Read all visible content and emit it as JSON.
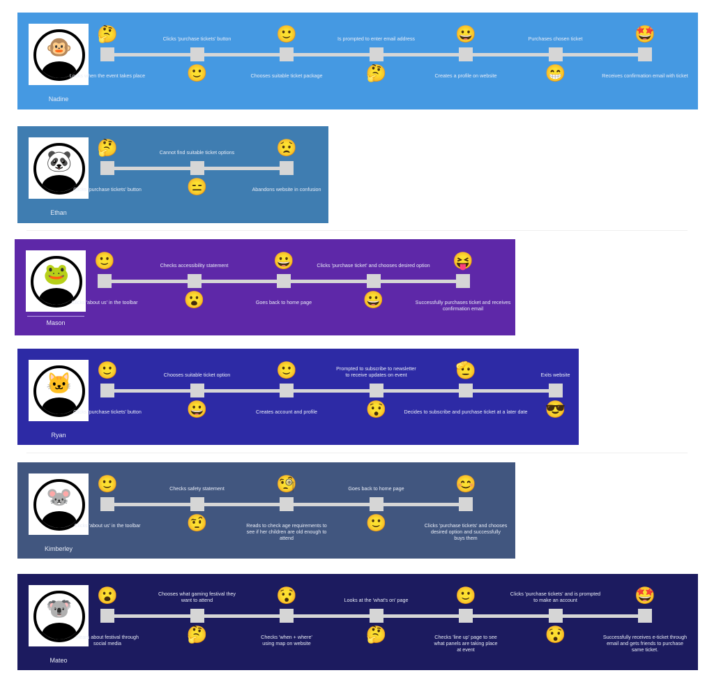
{
  "journeys": [
    {
      "persona": "Nadine",
      "avatar_icon": "monkey-with-bow-icon",
      "avatar_glyph": "🐵",
      "color": "#4599e2",
      "steps": [
        {
          "label": "Looks when the event takes place",
          "emotion": "thinking-face",
          "emoji": "🤔",
          "label_pos": "below",
          "emoji_pos": "above"
        },
        {
          "label": "Clicks 'purchase tickets' button",
          "emotion": "slightly-smiling-face",
          "emoji": "🙂",
          "label_pos": "above",
          "emoji_pos": "below"
        },
        {
          "label": "Chooses suitable ticket package",
          "emotion": "slightly-smiling-face",
          "emoji": "🙂",
          "label_pos": "below",
          "emoji_pos": "above"
        },
        {
          "label": "Is prompted to enter email address",
          "emotion": "thinking-face",
          "emoji": "🤔",
          "label_pos": "above",
          "emoji_pos": "below"
        },
        {
          "label": "Creates a profile on website",
          "emotion": "grinning-face",
          "emoji": "😀",
          "label_pos": "below",
          "emoji_pos": "above"
        },
        {
          "label": "Purchases chosen ticket",
          "emotion": "beaming-face",
          "emoji": "😁",
          "label_pos": "above",
          "emoji_pos": "below"
        },
        {
          "label": "Receives confirmation email with ticket",
          "emotion": "star-struck",
          "emoji": "🤩",
          "label_pos": "below",
          "emoji_pos": "above"
        }
      ]
    },
    {
      "persona": "Ethan",
      "avatar_icon": "panda-with-glasses-icon",
      "avatar_glyph": "🐼",
      "color": "#3f7db1",
      "steps": [
        {
          "label": "Clicks 'purchase tickets' button",
          "emotion": "thinking-face",
          "emoji": "🤔",
          "label_pos": "below",
          "emoji_pos": "above"
        },
        {
          "label": "Cannot find suitable ticket options",
          "emotion": "expressionless-face",
          "emoji": "😑",
          "label_pos": "above",
          "emoji_pos": "below"
        },
        {
          "label": "Abandons website in confusion",
          "emotion": "worried-face",
          "emoji": "😟",
          "label_pos": "below",
          "emoji_pos": "above"
        }
      ]
    },
    {
      "persona": "Mason",
      "avatar_icon": "frog-with-crown-icon",
      "avatar_glyph": "🐸",
      "color": "#5e28a8",
      "steps": [
        {
          "label": "Clicks 'about us' in the toolbar",
          "emotion": "slightly-smiling-face",
          "emoji": "🙂",
          "label_pos": "below",
          "emoji_pos": "above"
        },
        {
          "label": "Checks accessibility statement",
          "emotion": "face-with-open-mouth",
          "emoji": "😮",
          "label_pos": "above",
          "emoji_pos": "below"
        },
        {
          "label": "Goes back to home page",
          "emotion": "grinning-face",
          "emoji": "😀",
          "label_pos": "below",
          "emoji_pos": "above"
        },
        {
          "label": "Clicks 'purchase ticket' and chooses desired option",
          "emotion": "grinning-face",
          "emoji": "😀",
          "label_pos": "above",
          "emoji_pos": "below"
        },
        {
          "label": "Successfully purchases ticket and receives\nconfirmation email",
          "emotion": "squinting-face-with-tongue",
          "emoji": "😝",
          "label_pos": "below",
          "emoji_pos": "above"
        }
      ]
    },
    {
      "persona": "Ryan",
      "avatar_icon": "cat-with-cap-icon",
      "avatar_glyph": "🐱",
      "color": "#2d2aa5",
      "steps": [
        {
          "label": "Clicks 'purchase tickets' button",
          "emotion": "slightly-smiling-face",
          "emoji": "🙂",
          "label_pos": "below",
          "emoji_pos": "above"
        },
        {
          "label": "Chooses suitable ticket option",
          "emotion": "grinning-face",
          "emoji": "😀",
          "label_pos": "above",
          "emoji_pos": "below"
        },
        {
          "label": "Creates account and profile",
          "emotion": "slightly-smiling-face",
          "emoji": "🙂",
          "label_pos": "below",
          "emoji_pos": "above"
        },
        {
          "label": "Prompted to subscribe to newsletter\nto receive updates on event",
          "emotion": "hushed-face",
          "emoji": "😯",
          "label_pos": "above",
          "emoji_pos": "below"
        },
        {
          "label": "Decides to subscribe and purchase ticket at a later date",
          "emotion": "saluting-face",
          "emoji": "🫡",
          "label_pos": "below",
          "emoji_pos": "above"
        },
        {
          "label": "Exits website",
          "emotion": "smiling-face-with-sunglasses",
          "emoji": "😎",
          "label_pos": "above",
          "emoji_pos": "below"
        }
      ]
    },
    {
      "persona": "Kimberley",
      "avatar_icon": "mouse-with-fan-icon",
      "avatar_glyph": "🐭",
      "color": "#41567f",
      "steps": [
        {
          "label": "Clicks 'about us' in the toolbar",
          "emotion": "slightly-smiling-face",
          "emoji": "🙂",
          "label_pos": "below",
          "emoji_pos": "above"
        },
        {
          "label": "Checks safety statement",
          "emotion": "face-with-raised-eyebrow",
          "emoji": "🤨",
          "label_pos": "above",
          "emoji_pos": "below"
        },
        {
          "label": "Reads to check age requirements to\nsee if her children are old enough to\nattend",
          "emotion": "face-with-monocle",
          "emoji": "🧐",
          "label_pos": "below",
          "emoji_pos": "above"
        },
        {
          "label": "Goes back to home page",
          "emotion": "slightly-smiling-face",
          "emoji": "🙂",
          "label_pos": "above",
          "emoji_pos": "below"
        },
        {
          "label": "Clicks 'purchase tickets' and chooses\ndesired option and successfully\nbuys them",
          "emotion": "smiling-face-with-smiling-eyes",
          "emoji": "😊",
          "label_pos": "below",
          "emoji_pos": "above"
        }
      ]
    },
    {
      "persona": "Mateo",
      "avatar_icon": "koala-with-top-hat-icon",
      "avatar_glyph": "🐨",
      "color": "#1c1b5f",
      "steps": [
        {
          "label": "Hears about festival through\nsocial media",
          "emotion": "face-with-open-mouth",
          "emoji": "😮",
          "label_pos": "below",
          "emoji_pos": "above"
        },
        {
          "label": "Chooses what gaming festival they\nwant to attend",
          "emotion": "thinking-face",
          "emoji": "🤔",
          "label_pos": "above",
          "emoji_pos": "below"
        },
        {
          "label": "Checks 'when + where'\nusing map on website",
          "emotion": "hushed-face",
          "emoji": "😯",
          "label_pos": "below",
          "emoji_pos": "above"
        },
        {
          "label": "Looks at the 'what's on' page",
          "emotion": "thinking-face",
          "emoji": "🤔",
          "label_pos": "above",
          "emoji_pos": "below"
        },
        {
          "label": "Checks 'line up' page to see\nwhat panels are taking place\nat event",
          "emotion": "slightly-smiling-face",
          "emoji": "🙂",
          "label_pos": "below",
          "emoji_pos": "above"
        },
        {
          "label": "Clicks 'purchase tickets' and is prompted\nto make an account",
          "emotion": "hushed-face",
          "emoji": "😯",
          "label_pos": "above",
          "emoji_pos": "below"
        },
        {
          "label": "Successfully receives e-ticket through\nemail and gets friends to purchase\nsame ticket.",
          "emotion": "star-struck",
          "emoji": "🤩",
          "label_pos": "below",
          "emoji_pos": "above"
        }
      ]
    }
  ]
}
